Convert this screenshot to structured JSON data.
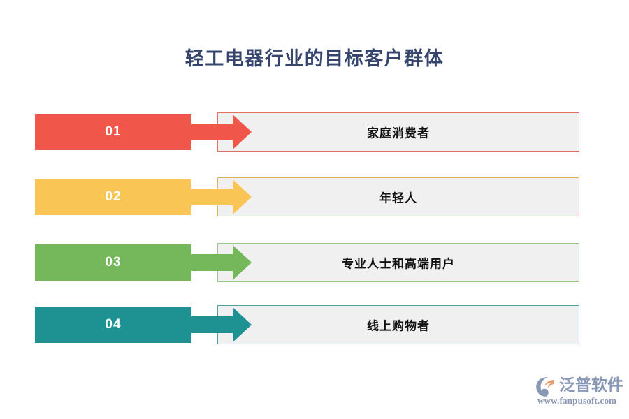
{
  "page": {
    "title": "轻工电器行业的目标客户群体",
    "title_color": "#36456e",
    "background": "#ffffff",
    "panel_fill": "#f0f0f0"
  },
  "rows": [
    {
      "number": "01",
      "label": "家庭消费者",
      "color": "#f1564a",
      "border_color": "#e1705f"
    },
    {
      "number": "02",
      "label": "年轻人",
      "color": "#f9c555",
      "border_color": "#e0b45d"
    },
    {
      "number": "03",
      "label": "专业人士和高端用户",
      "color": "#74b85b",
      "border_color": "#9ac58a"
    },
    {
      "number": "04",
      "label": "线上购物者",
      "color": "#1e9293",
      "border_color": "#4f9fa1"
    }
  ],
  "logo": {
    "name": "泛普软件",
    "url": "www.fanpusoft.com",
    "text_color": "#8a98b8",
    "mark_color": "#8a98b8",
    "mark_accent_color": "#e89a6a"
  }
}
